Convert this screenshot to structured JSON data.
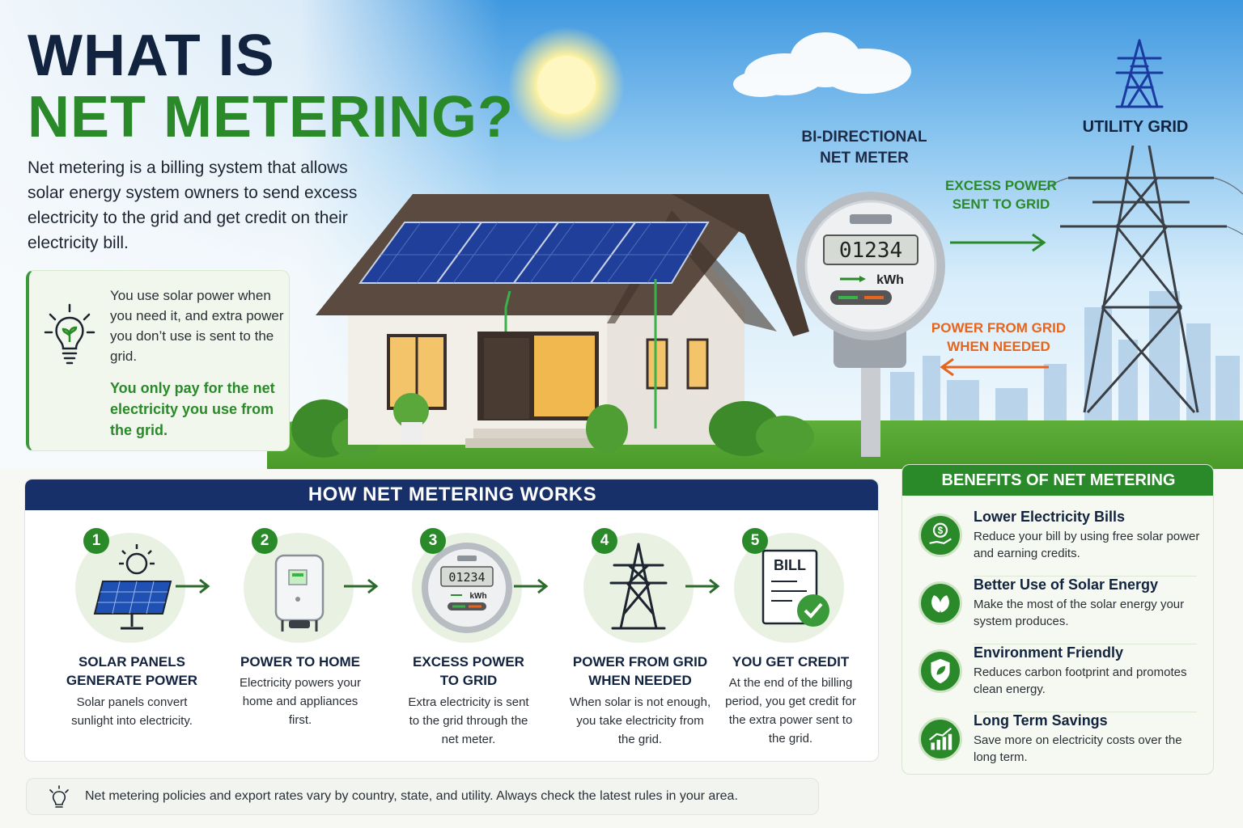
{
  "title": {
    "line1": "WHAT IS",
    "line2": "NET METERING?"
  },
  "intro": "Net metering is a billing system that allows solar energy system owners to send excess electricity to the grid and get credit on their electricity bill.",
  "tip": {
    "text": "You use solar power when you need it, and extra power you don’t use is sent to the grid.",
    "strong": "You only pay for the net electricity you use from the grid."
  },
  "scene": {
    "meter_label_1": "BI-DIRECTIONAL",
    "meter_label_2": "NET METER",
    "meter_reading": "01234",
    "meter_unit": "kWh",
    "grid_label": "UTILITY GRID",
    "excess_1": "EXCESS POWER",
    "excess_2": "SENT TO GRID",
    "from_grid_1": "POWER FROM GRID",
    "from_grid_2": "WHEN NEEDED"
  },
  "how": {
    "header": "HOW NET METERING WORKS",
    "steps": [
      {
        "num": "1",
        "title_1": "SOLAR PANELS",
        "title_2": "GENERATE POWER",
        "desc_1": "Solar panels convert",
        "desc_2": "sunlight into electricity.",
        "desc_3": "",
        "desc_4": ""
      },
      {
        "num": "2",
        "title_1": "POWER TO HOME",
        "title_2": "",
        "desc_1": "Electricity powers your",
        "desc_2": "home and appliances",
        "desc_3": "first.",
        "desc_4": ""
      },
      {
        "num": "3",
        "title_1": "EXCESS POWER",
        "title_2": "TO GRID",
        "desc_1": "Extra electricity is sent",
        "desc_2": "to the grid through the",
        "desc_3": "net meter.",
        "desc_4": ""
      },
      {
        "num": "4",
        "title_1": "POWER FROM GRID",
        "title_2": "WHEN NEEDED",
        "desc_1": "When solar is not enough,",
        "desc_2": "you take electricity from",
        "desc_3": "the grid.",
        "desc_4": ""
      },
      {
        "num": "5",
        "title_1": "YOU GET CREDIT",
        "title_2": "",
        "desc_1": "At the end of the billing",
        "desc_2": "period, you get credit for",
        "desc_3": "the extra power sent to",
        "desc_4": "the grid."
      }
    ],
    "meter_small_reading": "01234",
    "meter_small_unit": "kWh",
    "bill_label": "BILL"
  },
  "benefits": {
    "header": "BENEFITS OF NET METERING",
    "items": [
      {
        "title": "Lower Electricity Bills",
        "desc": "Reduce your bill by using free solar power and earning credits.",
        "icon": "dollar-hand-icon"
      },
      {
        "title": "Better Use of Solar Energy",
        "desc": "Make the most of the solar energy your system produces.",
        "icon": "leaf-icon"
      },
      {
        "title": "Environment Friendly",
        "desc": "Reduces carbon footprint and promotes clean energy.",
        "icon": "shield-leaf-icon"
      },
      {
        "title": "Long Term Savings",
        "desc": "Save more on electricity costs over the long term.",
        "icon": "growth-chart-icon"
      }
    ]
  },
  "note": "Net metering policies and export rates vary by country, state, and utility. Always check the latest rules in your area.",
  "colors": {
    "navy": "#12233f",
    "green": "#2a8a2a",
    "orange": "#e8641c",
    "header_blue": "#17306a"
  }
}
